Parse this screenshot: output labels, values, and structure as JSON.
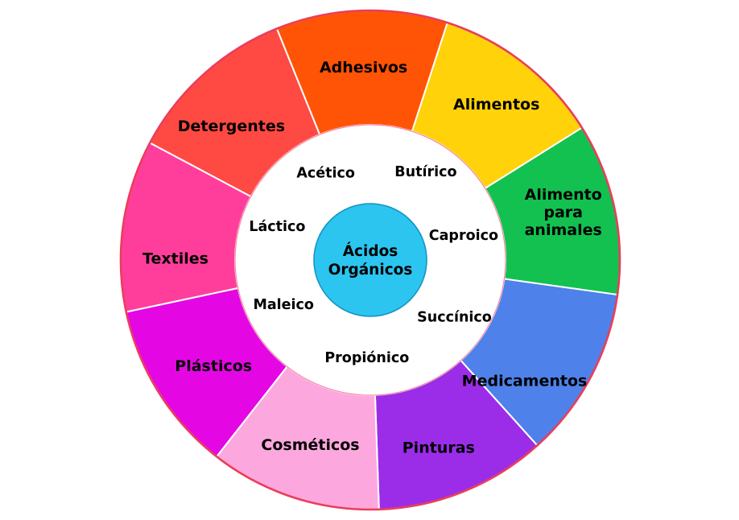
{
  "wheel": {
    "title": "Ácidos Orgánicos",
    "outer_border_color": "#EA3D5B",
    "inner_border_color": "#F387A0",
    "separator_color": "#FFFFFF",
    "center": {
      "lines": [
        "Ácidos",
        "Orgánicos"
      ],
      "fill": "#2BC5F0",
      "border": "#1694C4"
    },
    "segments": [
      {
        "label": "Adhesivos",
        "lines": [
          "Adhesivos"
        ],
        "color": "#FF5406",
        "start_angle": -22,
        "end_angle": 18,
        "label_angle": -2,
        "label_radius": 240
      },
      {
        "label": "Alimentos",
        "lines": [
          "Alimentos"
        ],
        "color": "#FFD20A",
        "start_angle": 18,
        "end_angle": 58,
        "label_angle": 39,
        "label_radius": 249
      },
      {
        "label": "Alimento para animales",
        "lines": [
          "Alimento",
          "para",
          "animales"
        ],
        "color": "#12C150",
        "start_angle": 58,
        "end_angle": 98,
        "label_angle": 76,
        "label_radius": 247
      },
      {
        "label": "Medicamentos",
        "lines": [
          "Medicamentos"
        ],
        "color": "#4E81E9",
        "start_angle": 98,
        "end_angle": 138,
        "label_angle": 128,
        "label_radius": 243
      },
      {
        "label": "Pinturas",
        "lines": [
          "Pinturas"
        ],
        "color": "#9B2DE8",
        "start_angle": 138,
        "end_angle": 178,
        "label_angle": 160,
        "label_radius": 248
      },
      {
        "label": "Cosméticos",
        "lines": [
          "Cosméticos"
        ],
        "color": "#FCA8DF",
        "start_angle": 178,
        "end_angle": 218,
        "label_angle": 198,
        "label_radius": 241
      },
      {
        "label": "Plásticos",
        "lines": [
          "Plásticos"
        ],
        "color": "#E407E4",
        "start_angle": 218,
        "end_angle": 258,
        "label_angle": 236,
        "label_radius": 235
      },
      {
        "label": "Textiles",
        "lines": [
          "Textiles"
        ],
        "color": "#FF3E9C",
        "start_angle": 258,
        "end_angle": 298,
        "label_angle": 270.5,
        "label_radius": 242
      },
      {
        "label": "Detergentes",
        "lines": [
          "Detergentes"
        ],
        "color": "#FF4943",
        "start_angle": 298,
        "end_angle": 338,
        "label_angle": 314,
        "label_radius": 240
      }
    ],
    "inner_acids": [
      {
        "label": "Acético",
        "angle": -27,
        "radius": 122
      },
      {
        "label": "Butírico",
        "angle": 32,
        "radius": 130
      },
      {
        "label": "Caproico",
        "angle": 75,
        "radius": 120
      },
      {
        "label": "Succínico",
        "angle": 124,
        "radius": 126
      },
      {
        "label": "Propiónico",
        "angle": 182,
        "radius": 121
      },
      {
        "label": "Maleico",
        "angle": 243,
        "radius": 121
      },
      {
        "label": "Láctico",
        "angle": 290,
        "radius": 123
      }
    ]
  }
}
